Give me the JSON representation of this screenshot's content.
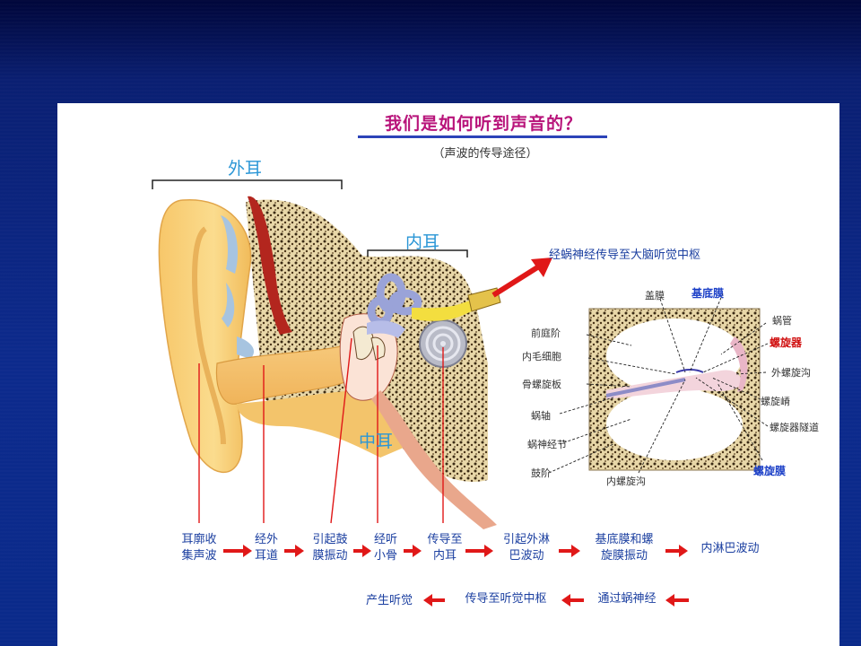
{
  "figure": {
    "title": "我们是如何听到声音的？",
    "subtitle": "（声波的传导途径）"
  },
  "regions": {
    "outer_ear": "外耳",
    "middle_ear": "中耳",
    "inner_ear": "内耳"
  },
  "nerve_arrow_label": "经蜗神经传导至大脑听觉中枢",
  "cochlea_section": {
    "left_labels": [
      "前庭阶",
      "内毛细胞",
      "骨螺旋板",
      "蜗轴",
      "蜗神经节",
      "鼓阶"
    ],
    "top_labels": [
      "盖膜",
      "基底膜",
      "蜗管"
    ],
    "right_labels": [
      "螺旋器",
      "外螺旋沟",
      "螺旋嵴",
      "螺旋器隧道",
      "螺旋膜"
    ],
    "bottom_label": "内螺旋沟"
  },
  "flow_row1": [
    "耳廓收\n集声波",
    "经外\n耳道",
    "引起鼓\n膜振动",
    "经听\n小骨",
    "传导至\n内耳",
    "引起外淋\n巴波动",
    "基底膜和螺\n旋膜振动",
    "内淋巴波动"
  ],
  "flow_row2": [
    "通过蜗神经",
    "传导至听觉中枢",
    "产生听觉"
  ],
  "colors": {
    "background": "#0c2a8c",
    "title": "#b8137a",
    "region_label": "#2a96d6",
    "arrow_red": "#e01818",
    "flow_text": "#1b3fa0"
  }
}
